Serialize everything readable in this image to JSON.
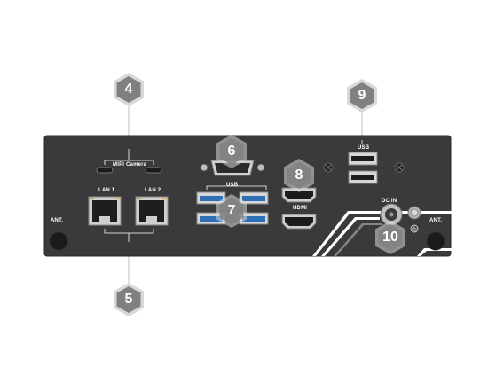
{
  "labels": {
    "mipi_camera": "MIPI Camera",
    "lan1": "LAN 1",
    "lan2": "LAN 2",
    "usb_top": "USB",
    "usb_right": "USB",
    "hdmi": "HDMI",
    "dc_in": "DC IN",
    "ant_left": "ANT.",
    "ant_right": "ANT."
  },
  "badges": [
    {
      "id": "4",
      "text": "4"
    },
    {
      "id": "5",
      "text": "5"
    },
    {
      "id": "6",
      "text": "6"
    },
    {
      "id": "7",
      "text": "7"
    },
    {
      "id": "8",
      "text": "8"
    },
    {
      "id": "9",
      "text": "9"
    },
    {
      "id": "10",
      "text": "10"
    }
  ],
  "colors": {
    "panel": "#3a3a3c",
    "panel_edge": "#2a2a2c",
    "badge_fill": "#808080",
    "badge_ring": "#d9d9d9",
    "usb_blue": "#2f6fb5",
    "leader": "#bfbfbf"
  }
}
